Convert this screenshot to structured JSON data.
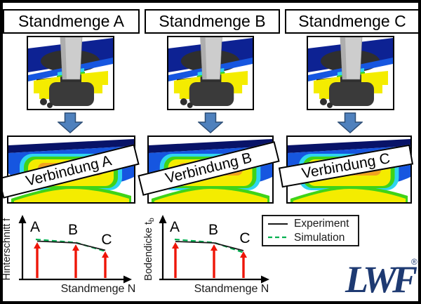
{
  "figure": {
    "stage_boxes": [
      {
        "label": "Standmenge A"
      },
      {
        "label": "Standmenge B"
      },
      {
        "label": "Standmenge C"
      }
    ],
    "connection_banners": [
      {
        "label": "Verbindung A"
      },
      {
        "label": "Verbindung B"
      },
      {
        "label": "Verbindung C"
      }
    ]
  },
  "chart_data": [
    {
      "type": "line",
      "ylabel": "Hinterschnitt f",
      "xlabel": "Standmenge N",
      "has_numeric_ticks": false,
      "marker_labels": [
        "A",
        "B",
        "C"
      ],
      "marker_color": "#ee1507",
      "series": [
        {
          "name": "Experiment",
          "style": "solid",
          "color": "#1a1a1a",
          "values_norm": [
            0.62,
            0.59,
            0.47
          ]
        },
        {
          "name": "Simulation",
          "style": "dashed",
          "color": "#00b050",
          "values_norm": [
            0.64,
            0.6,
            0.45
          ]
        }
      ]
    },
    {
      "type": "line",
      "ylabel": "Bodendicke t",
      "ylabel_sub": "b",
      "xlabel": "Standmenge N",
      "has_numeric_ticks": false,
      "marker_labels": [
        "A",
        "B",
        "C"
      ],
      "marker_color": "#ee1507",
      "series": [
        {
          "name": "Experiment",
          "style": "solid",
          "color": "#1a1a1a",
          "values_norm": [
            0.61,
            0.59,
            0.46
          ]
        },
        {
          "name": "Simulation",
          "style": "dashed",
          "color": "#00b050",
          "values_norm": [
            0.64,
            0.59,
            0.43
          ]
        }
      ]
    }
  ],
  "logo": {
    "text": "LWF",
    "registered": "®",
    "color": "#1e3a72"
  },
  "colors": {
    "flow_arrow": "#4f81bd",
    "flow_arrow_border": "#2c4d75",
    "marker": "#ee1507",
    "experiment": "#1a1a1a",
    "simulation": "#00b050",
    "sim_navy": "#0d2293",
    "sim_navy_dark": "#081368",
    "sim_blue": "#1656e0",
    "sim_cyan": "#2fd4f0",
    "sim_green": "#3fd318",
    "sim_yellow": "#f4ec00",
    "sim_orange": "#f2a21f",
    "punch_gray": "#cdcdcd",
    "die_gray": "#3a3a3a"
  }
}
